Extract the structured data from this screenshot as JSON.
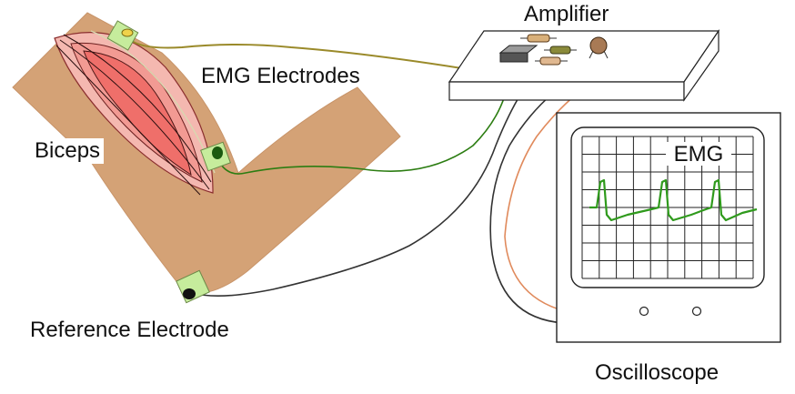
{
  "labels": {
    "amplifier": "Amplifier",
    "emg_electrodes": "EMG Electrodes",
    "biceps": "Biceps",
    "reference_electrode": "Reference Electrode",
    "oscilloscope": "Oscilloscope",
    "screen_signal": "EMG"
  },
  "colors": {
    "skin": "#d4a276",
    "muscle_outer": "#f4b8b0",
    "muscle_inner": "#ef6f6a",
    "electrode_pad": "#c6ec9c",
    "wire_yellow": "#9a8a2a",
    "wire_green": "#2c7d12",
    "wire_black": "#333333",
    "wire_orange": "#e08a5c",
    "signal": "#2f9a1c",
    "scope_grid": "#222222"
  }
}
